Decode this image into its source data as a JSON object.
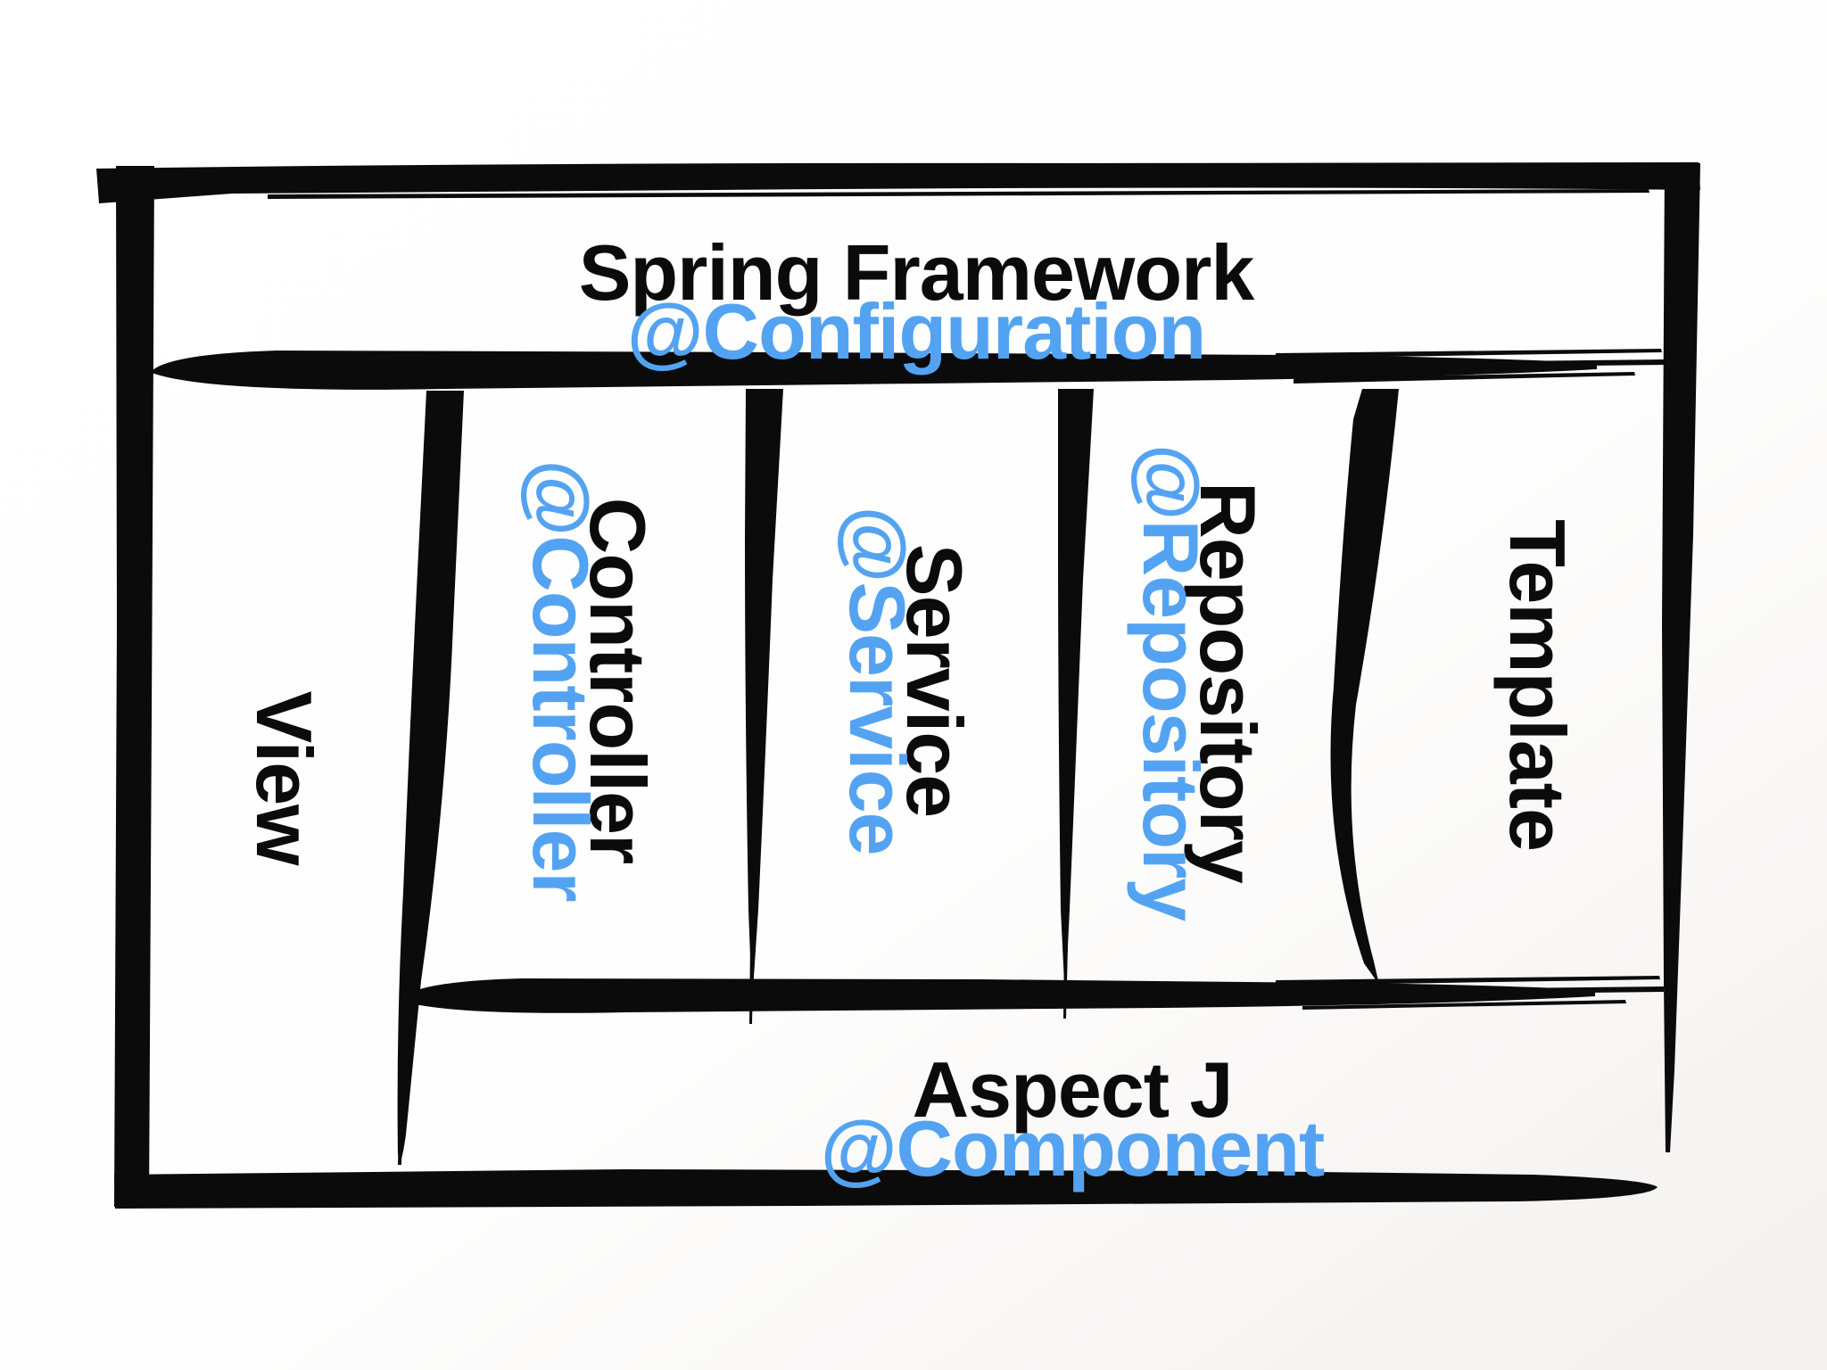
{
  "colors": {
    "ink": "#0b0b0b",
    "annotation_blue": "#53a3f2",
    "background": "#ffffff"
  },
  "header": {
    "title": "Spring Framework",
    "annotation": "@Configuration"
  },
  "columns": [
    {
      "label": "View"
    },
    {
      "label": "Controller",
      "annotation": "@Controller"
    },
    {
      "label": "Service",
      "annotation": "@Service"
    },
    {
      "label": "Repository",
      "annotation": "@Repository"
    },
    {
      "label": "Template"
    }
  ],
  "footer": {
    "title": "Aspect J",
    "annotation": "@Component"
  }
}
